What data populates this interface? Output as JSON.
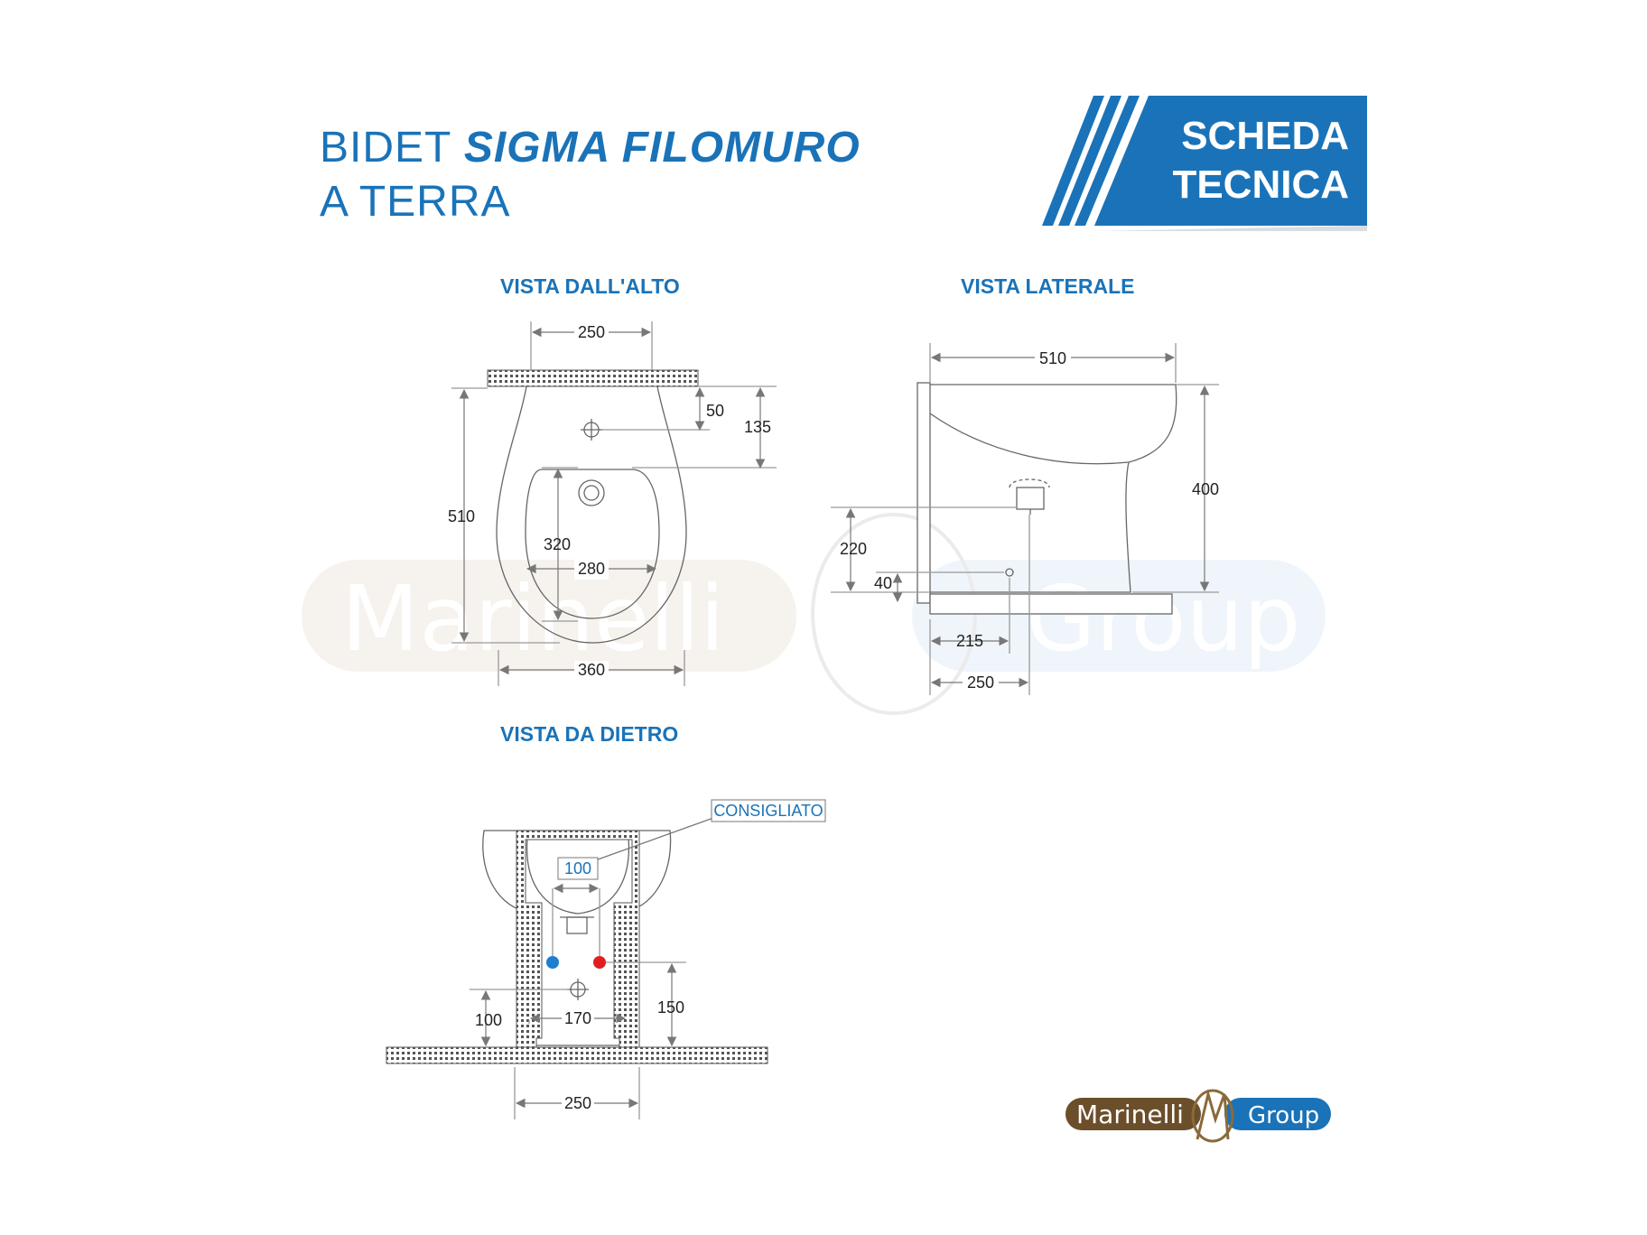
{
  "title": {
    "prefix": "BIDET",
    "name": "SIGMA FILOMURO",
    "line2": "A TERRA"
  },
  "badge": {
    "line1": "SCHEDA",
    "line2": "TECNICA"
  },
  "views": {
    "top": "VISTA DALL'ALTO",
    "side": "VISTA LATERALE",
    "back": "VISTA DA DIETRO"
  },
  "dims_top": {
    "width_top": "250",
    "d50": "50",
    "d135": "135",
    "depth": "510",
    "d320": "320",
    "d280": "280",
    "width": "360"
  },
  "dims_side": {
    "depth": "510",
    "height": "400",
    "d220": "220",
    "d40": "40",
    "d215": "215",
    "d250": "250"
  },
  "dims_back": {
    "recommended": "CONSIGLIATO",
    "d100_top": "100",
    "d100_left": "100",
    "d170": "170",
    "d150": "150",
    "d250": "250"
  },
  "watermark": {
    "text_left": "Marinelli",
    "text_right": "Group"
  },
  "logo": {
    "text_left": "Marinelli",
    "text_right": "Group"
  },
  "colors": {
    "brand_blue": "#1a73b8",
    "cold_water": "#1e7fd0",
    "hot_water": "#e02020"
  }
}
